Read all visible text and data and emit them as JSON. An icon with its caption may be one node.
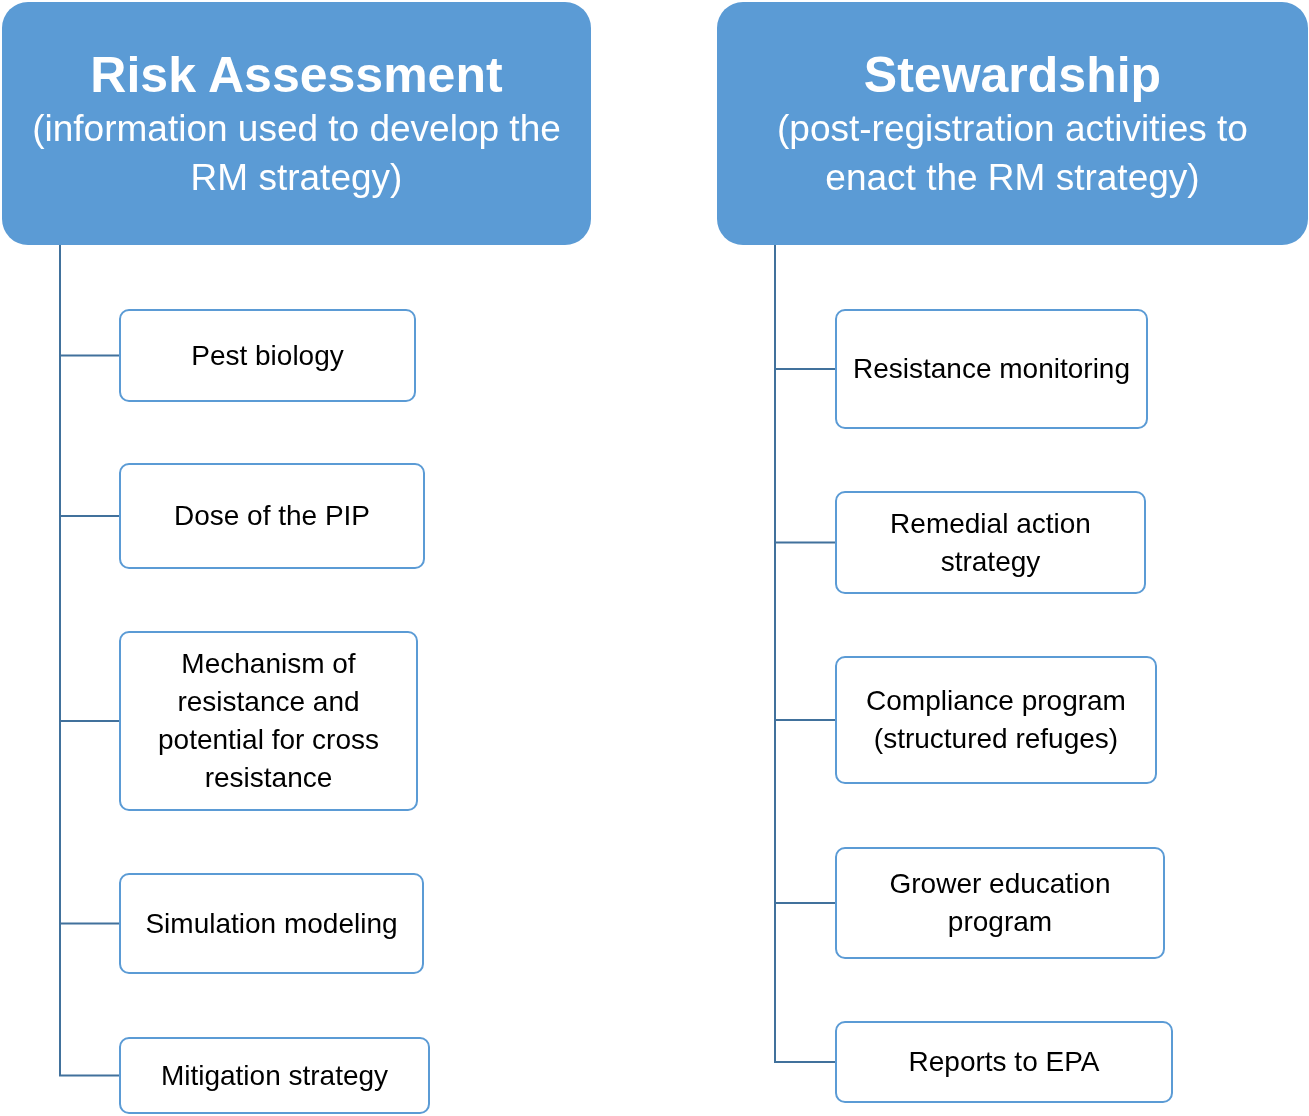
{
  "diagram": {
    "nodes": [
      {
        "text": [
          "Risk Assessment",
          "(information used to develop the RM strategy)"
        ]
      },
      {
        "text": [
          "Pest biology"
        ]
      },
      {
        "text": [
          "Dose of the PIP"
        ]
      },
      {
        "text": [
          "Mechanism of resistance and potential for cross resistance"
        ]
      },
      {
        "text": [
          "Simulation modeling"
        ]
      },
      {
        "text": [
          "Mitigation strategy"
        ]
      },
      {
        "text": [
          "Stewardship",
          "(post-registration activities to enact the RM strategy)"
        ]
      },
      {
        "text": [
          "Resistance monitoring"
        ]
      },
      {
        "text": [
          "Remedial action strategy"
        ]
      },
      {
        "text": [
          "Compliance program (structured refuges)"
        ]
      },
      {
        "text": [
          "Grower education program"
        ]
      },
      {
        "text": [
          "Reports to EPA"
        ]
      }
    ],
    "edges": [
      {
        "from": 0,
        "to": 1,
        "arrow": "none"
      },
      {
        "from": 0,
        "to": 2,
        "arrow": "none"
      },
      {
        "from": 0,
        "to": 3,
        "arrow": "none"
      },
      {
        "from": 0,
        "to": 4,
        "arrow": "none"
      },
      {
        "from": 0,
        "to": 5,
        "arrow": "none"
      },
      {
        "from": 6,
        "to": 7,
        "arrow": "none"
      },
      {
        "from": 6,
        "to": 8,
        "arrow": "none"
      },
      {
        "from": 6,
        "to": 9,
        "arrow": "none"
      },
      {
        "from": 6,
        "to": 10,
        "arrow": "none"
      },
      {
        "from": 6,
        "to": 11,
        "arrow": "none"
      }
    ]
  }
}
